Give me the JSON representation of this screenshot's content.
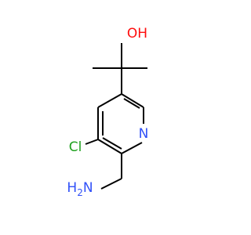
{
  "molecule": {
    "atoms": [
      {
        "id": "oh",
        "text": "OH",
        "element": "O",
        "color": "#ff0d0d"
      },
      {
        "id": "n",
        "text": "N",
        "element": "N",
        "color": "#3050f8"
      },
      {
        "id": "cl",
        "text": "Cl",
        "element": "Cl",
        "color": "#1fa01f"
      },
      {
        "id": "h2n",
        "text": "H2N",
        "sub": "2",
        "head": "H",
        "tail": "N",
        "element": "N",
        "color": "#3050f8"
      }
    ],
    "bond_color": "#000000"
  }
}
